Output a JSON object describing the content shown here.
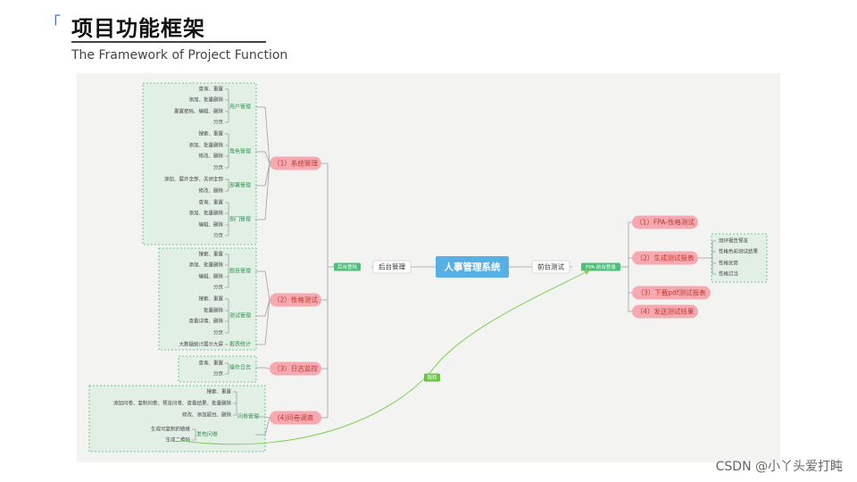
{
  "header": {
    "title": "项目功能框架",
    "subtitle": "The Framework of Project Function",
    "watermark": "CSDN @小丫头爱打盹"
  },
  "colors": {
    "root": "#56b0e4",
    "pink": "#f6a9b0",
    "green": "#4dbf7a",
    "dashed_box": "#e2efe5",
    "line": "#9aa0a6",
    "curve": "#7fcf55"
  },
  "diagram": {
    "root": "人事管理系统",
    "left_branch": "后台管理",
    "left_tag": "后台登陆",
    "right_branch": "前台测试",
    "right_tag": "FPA-前台登录",
    "link_tag": "跳转",
    "left_groups": [
      {
        "label": "（1）系统管理",
        "subs": [
          {
            "label": "用户管理",
            "items": [
              "查询、重置",
              "添加、批量删除",
              "重置密码、编辑、删除",
              "分页"
            ]
          },
          {
            "label": "角色管理",
            "items": [
              "搜索、重置",
              "添加、批量删除",
              "修改、删除",
              "分页"
            ]
          },
          {
            "label": "部署管理",
            "items": [
              "添加、展开全部、关闭全部",
              "修改、删除"
            ]
          },
          {
            "label": "部门管理",
            "items": [
              "查询、重置",
              "添加、批量删除",
              "编辑、删除",
              "分页"
            ]
          }
        ]
      },
      {
        "label": "（2）性格测试",
        "subs": [
          {
            "label": "题目管理",
            "items": [
              "搜索、重置",
              "添加、批量删除",
              "编辑、删除",
              "分页"
            ]
          },
          {
            "label": "测试管理",
            "items": [
              "搜索、重置",
              "批量删除",
              "查看详情、删除",
              "分页"
            ]
          },
          {
            "label": "报表统计",
            "items": [
              "大数据统计展示大屏"
            ]
          }
        ]
      },
      {
        "label": "（3）日志监控",
        "subs": [
          {
            "label": "操作日志",
            "items": [
              "查询、重置",
              "分页"
            ]
          }
        ]
      },
      {
        "label": "(4)问卷调查",
        "subs": [
          {
            "label": "问卷管理",
            "items": [
              "搜索、重置",
              "添加问卷、复制问卷、预览问卷、查看结果、批量删除",
              "修改、添加题目、删除"
            ]
          },
          {
            "label": "发布问卷",
            "items": [
              "生成可复制的链接",
              "生成二维码"
            ]
          }
        ]
      }
    ],
    "right_groups": [
      {
        "label": "（1）FPA-性格测试",
        "items": []
      },
      {
        "label": "（2）生成测试报表",
        "items": [
          "测评报告预览",
          "性格色彩测试结果",
          "性格优势",
          "性格过当"
        ]
      },
      {
        "label": "（3）下载pdf测试报表",
        "items": []
      },
      {
        "label": "（4）发送测试结果",
        "items": []
      }
    ]
  }
}
